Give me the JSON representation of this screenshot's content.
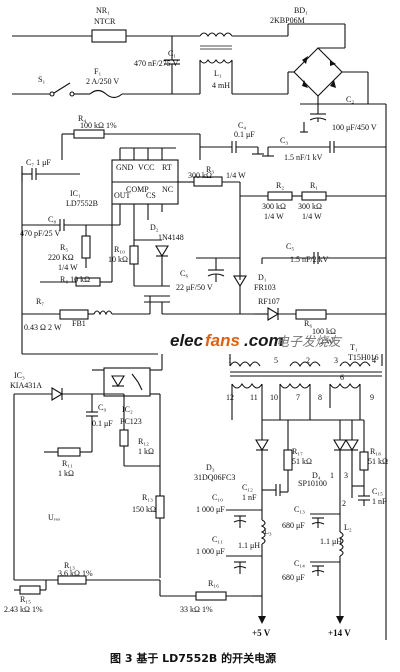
{
  "labels": {
    "nr1": "NR₁",
    "ntcr": "NTCR",
    "bd1": "BD₁",
    "bd1_part": "2KBP06M",
    "c1": "C₁",
    "c1_val": "470 nF/275 V",
    "l1": "L₁",
    "l1_val": "4 mH",
    "s1": "S₁",
    "f1": "F₁",
    "f1_val": "2 A/250 V",
    "c2": "C₂",
    "c2_val": "100 μF/450 V",
    "r4": "R₄",
    "r4_val": "100 kΩ  1%",
    "c4": "C₄",
    "c4_val": "0.1 μF",
    "c3_top": "C₃",
    "c3_top_val": "1.5 nF/1 kV",
    "c7": "C₇ 1 μF",
    "r3": "R₃",
    "r3_val": "300 kΩ",
    "r3_w": "1/4 W",
    "ic1": "IC₁",
    "ic1_part": "LD7552B",
    "r2": "R₂",
    "r1": "R₁",
    "r2_val": "300 kΩ",
    "r1_val": "300 kΩ",
    "r2_w": "1/4 W",
    "r1_w": "1/4 W",
    "c8": "C₈",
    "c8_val": "470 pF/25 V",
    "d2": "D₂",
    "d2_part": "1N4148",
    "r5": "R₅",
    "r5_val": "220 KΩ",
    "r5_w": "1/4 W",
    "r10": "R₁₀",
    "r10_val": "10 kΩ",
    "c5": "C₅",
    "c5_val": "1.5 nF/2 kV",
    "r8": "R₈ 10 kΩ",
    "c6": "C₆",
    "c6_val": "22 μF/50 V",
    "d1": "D₁",
    "d1_part": "FR103",
    "rf107": "RF107",
    "r7": "R₇",
    "r7_val": "0.43 Ω  2 W",
    "fb1": "FB1",
    "r6": "R₆",
    "r6_val": "100 kΩ",
    "r6_w": "2 W",
    "ic3": "IC₃",
    "ic3_part": "KIA431A",
    "t1": "T₁",
    "t1_part": "T15H016",
    "c9": "C₉",
    "c9_val": "0.1 μF",
    "ic2": "IC₂",
    "ic2_part": "PC123",
    "r12": "R₁₂",
    "r12_val": "1 kΩ",
    "r11": "R₁₁",
    "r11_val": "1 kΩ",
    "r17": "R₁₇",
    "r17_val": "51 kΩ",
    "r18": "R₁₈",
    "r18_val": "51 kΩ",
    "d3": "D₃",
    "d3_part": "31DQ06FC3",
    "d4": "D₄",
    "d4_part": "SP10100",
    "c12": "C₁₂",
    "c12_val": "1 nF",
    "c15": "C₁₅",
    "c15_val": "1 nF",
    "r13": "R₁₃",
    "r13_val": "150 kΩ",
    "c10": "C₁₀",
    "c10_val": "1 000 μF",
    "c13": "C₁₃",
    "c13_val": "680 μF",
    "l3": "L₃",
    "l3_val": "1.1 μH",
    "l2": "L₂",
    "l2_val": "1.1 μH",
    "c11": "C₁₁",
    "c11_val": "1 000 μF",
    "c14": "C₁₄",
    "c14_val": "680 μF",
    "uref": "Uᵣₑₒ",
    "r13b": "R₁₃",
    "r13b_val": "3.6 kΩ  1%",
    "r15": "R₁₅",
    "r15_val": "2.43 kΩ  1%",
    "r16": "R₁₆",
    "r16_val": "33 kΩ  1%",
    "out5": "+5 V",
    "out14": "+14 V",
    "pin_gnd": "GND",
    "pin_vcc": "VCC",
    "pin_rt": "RT",
    "pin_comp": "COMP",
    "pin_nc": "NC",
    "pin_out": "OUT",
    "pin_cs": "CS",
    "s1_n": "1",
    "s1_nn": "5",
    "s2": "2",
    "s3": "3",
    "s4": "4",
    "p12": "12",
    "p11": "11",
    "p10": "10",
    "p9": "9",
    "p7": "7",
    "p8": "8",
    "p6": "6",
    "dn1": "1",
    "dn2": "2",
    "dn3": "3"
  },
  "watermark": {
    "brand_black": "elec",
    "brand_orange": "fans",
    "brand_tail": ".com",
    "brand_cn": "电子发烧友"
  },
  "caption": "图 3   基于 LD7552B 的开关电源"
}
